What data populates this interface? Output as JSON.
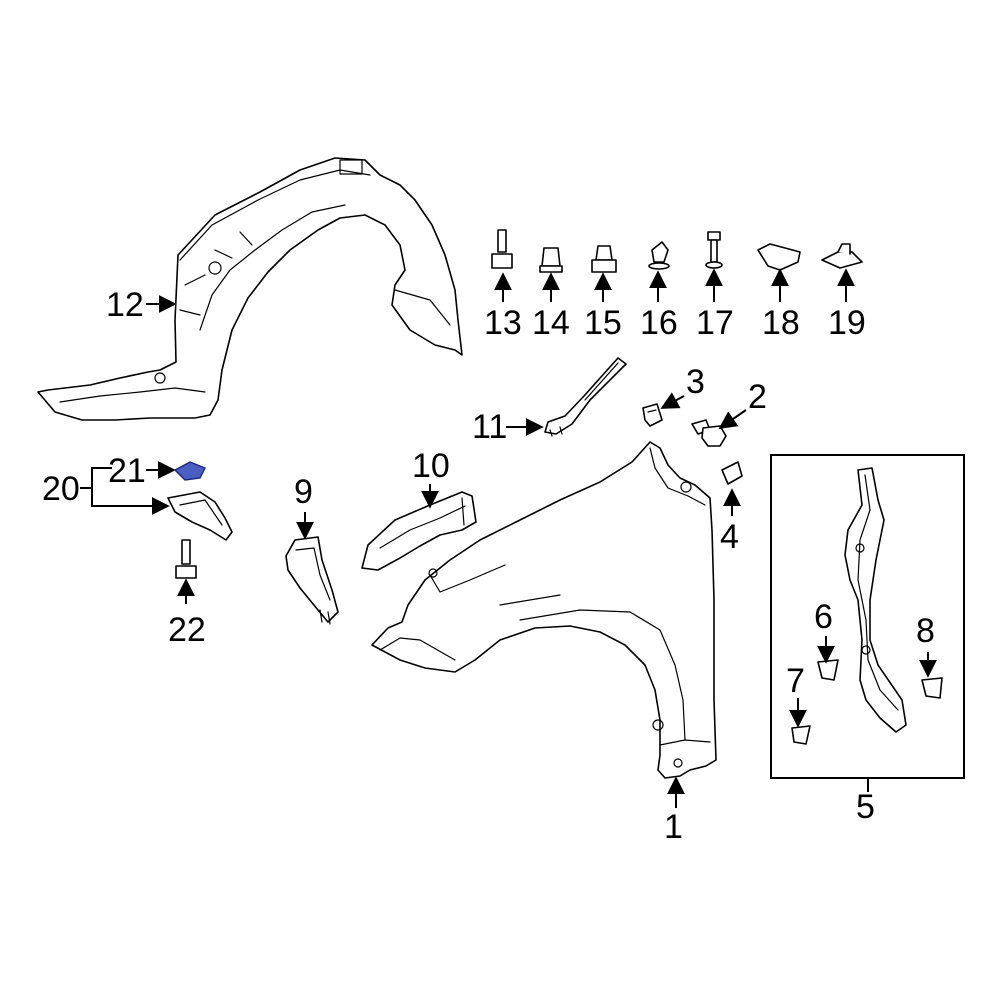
{
  "diagram": {
    "callouts": [
      "1",
      "2",
      "3",
      "4",
      "5",
      "6",
      "7",
      "8",
      "9",
      "10",
      "11",
      "12",
      "13",
      "14",
      "15",
      "16",
      "17",
      "18",
      "19",
      "20",
      "21",
      "22"
    ],
    "highlight_color": "#4a5fc1",
    "line_color": "#000000",
    "background": "#ffffff"
  }
}
